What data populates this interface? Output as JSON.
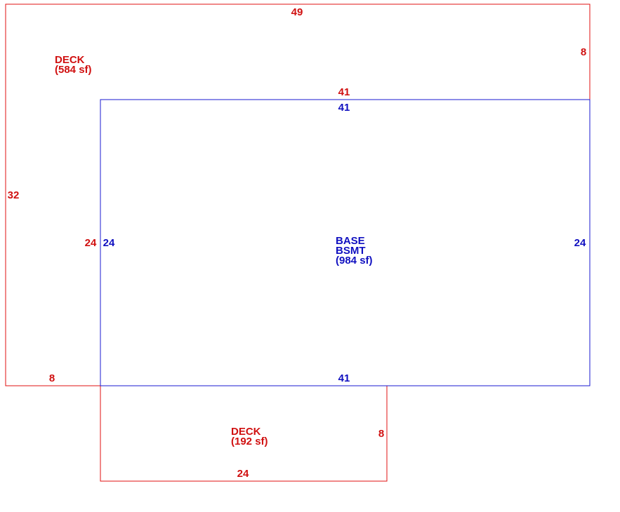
{
  "colors": {
    "deck": "#e01010",
    "base": "#1a1ad0"
  },
  "deck_upper": {
    "name": "DECK",
    "area": "(584 sf)",
    "dim_top": "49",
    "dim_right": "8",
    "dim_left": "32",
    "dim_inner_top": "41",
    "dim_inner_left": "24",
    "dim_bottom": "8"
  },
  "base": {
    "name": "BASE",
    "level": "BSMT",
    "area": "(984 sf)",
    "dim_top": "41",
    "dim_left": "24",
    "dim_right": "24",
    "dim_bottom": "41"
  },
  "deck_lower": {
    "name": "DECK",
    "area": "(192 sf)",
    "dim_right": "8",
    "dim_bottom": "24"
  }
}
